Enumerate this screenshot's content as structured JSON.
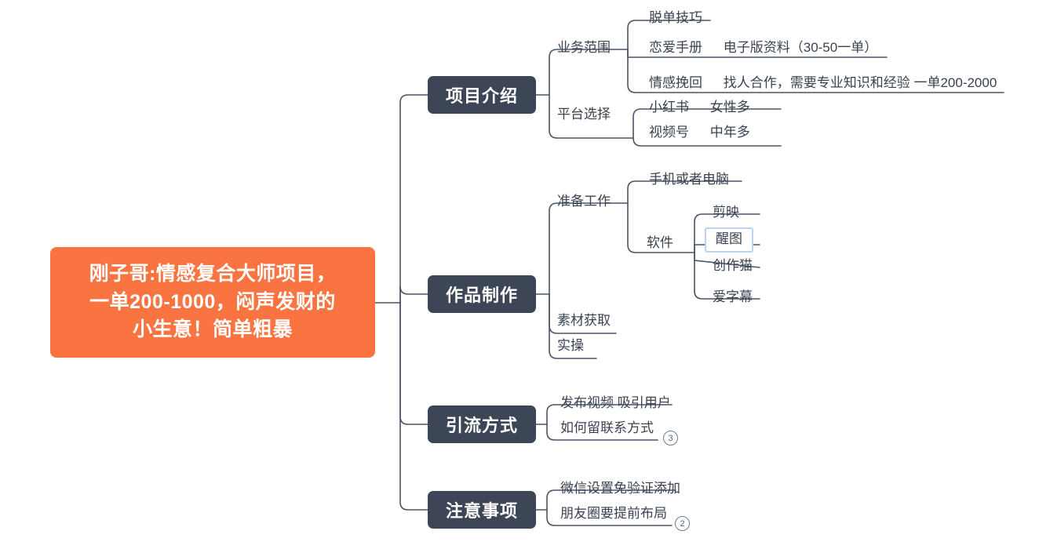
{
  "colors": {
    "root_bg": "#f97440",
    "branch_bg": "#3c4656",
    "wire": "#4a5568",
    "text": "#3a4250",
    "selection": "#bcd4ef",
    "canvas_bg": "#ffffff"
  },
  "root": {
    "text": "刚子哥:情感复合大师项目，一单200-1000，闷声发财的小生意！简单粗暴",
    "lines": [
      "刚子哥:情感复合大师项目，",
      "一单200-1000，闷声发财的",
      "小生意！简单粗暴"
    ]
  },
  "branches": [
    {
      "label": "项目介绍",
      "children": [
        {
          "label": "业务范围",
          "children": [
            {
              "label": "脱单技巧",
              "detail": ""
            },
            {
              "label": "恋爱手册",
              "detail": "电子版资料（30-50一单）"
            },
            {
              "label": "情感挽回",
              "detail": "找人合作，需要专业知识和经验 一单200-2000"
            }
          ]
        },
        {
          "label": "平台选择",
          "children": [
            {
              "label": "小红书",
              "detail": "女性多"
            },
            {
              "label": "视频号",
              "detail": "中年多"
            }
          ]
        }
      ]
    },
    {
      "label": "作品制作",
      "children": [
        {
          "label": "准备工作",
          "children": [
            {
              "label": "手机或者电脑",
              "detail": ""
            },
            {
              "label": "软件",
              "children": [
                {
                  "label": "剪映",
                  "selected": false
                },
                {
                  "label": "醒图",
                  "selected": true
                },
                {
                  "label": "创作猫",
                  "selected": false
                },
                {
                  "label": "爱字幕",
                  "selected": false
                }
              ]
            }
          ]
        },
        {
          "label": "素材获取",
          "children": []
        },
        {
          "label": "实操",
          "children": []
        }
      ]
    },
    {
      "label": "引流方式",
      "children": [
        {
          "label": "发布视频 吸引用户",
          "badge": ""
        },
        {
          "label": "如何留联系方式",
          "badge": "3"
        }
      ]
    },
    {
      "label": "注意事项",
      "children": [
        {
          "label": "微信设置免验证添加",
          "badge": ""
        },
        {
          "label": "朋友圈要提前布局",
          "badge": "2"
        }
      ]
    }
  ],
  "badges": {
    "liuliang": "3",
    "zhuyi": "2"
  }
}
